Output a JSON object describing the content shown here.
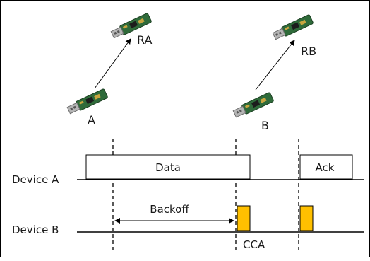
{
  "devices": {
    "a": "A",
    "ra": "RA",
    "b": "B",
    "rb": "RB"
  },
  "timeline": {
    "row_a_label": "Device A",
    "row_b_label": "Device B",
    "data_label": "Data",
    "ack_label": "Ack",
    "backoff_label": "Backoff",
    "cca_label": "CCA"
  },
  "colors": {
    "cca_fill": "#ffc000",
    "cca_stroke": "#000000",
    "line": "#000000",
    "board_pcb": "#2f6b3a",
    "usb_metal": "#b5b5b5"
  }
}
